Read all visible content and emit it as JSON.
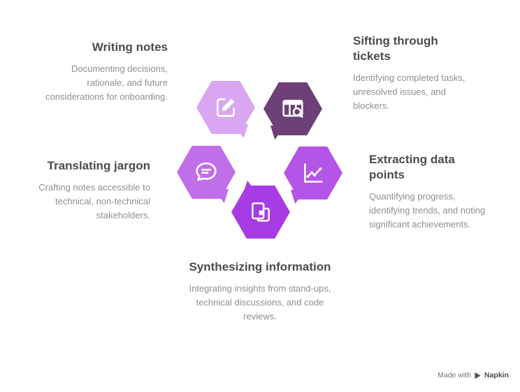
{
  "items": [
    {
      "id": "writing-notes",
      "title": "Writing notes",
      "description": "Documenting decisions, rationale, and future considerations for onboarding.",
      "color": "#d9a7f1",
      "icon": "pencil-note-icon"
    },
    {
      "id": "sifting-through-tickets",
      "title": "Sifting through tickets",
      "description": "Identifying completed tasks, unresolved issues, and blockers.",
      "color": "#6d4077",
      "icon": "table-search-icon"
    },
    {
      "id": "translating-jargon",
      "title": "Translating jargon",
      "description": "Crafting notes accessible to technical, non-technical stakeholders.",
      "color": "#c16ee9",
      "icon": "speech-bubble-icon"
    },
    {
      "id": "extracting-data-points",
      "title": "Extracting data points",
      "description": "Quantifying progress, identifying trends, and noting significant achievements.",
      "color": "#b455e8",
      "icon": "trend-chart-icon"
    },
    {
      "id": "synthesizing-information",
      "title": "Synthesizing information",
      "description": "Integrating insights from stand-ups, technical discussions, and code reviews.",
      "color": "#a83ce4",
      "icon": "merge-pieces-icon"
    }
  ],
  "colors": {
    "background": "#ffffff",
    "heading_text": "#4c4c4c",
    "body_text": "#8f8f8f",
    "icon_stroke": "#ffffff"
  },
  "watermark": {
    "prefix": "Made with",
    "brand": "Napkin"
  }
}
